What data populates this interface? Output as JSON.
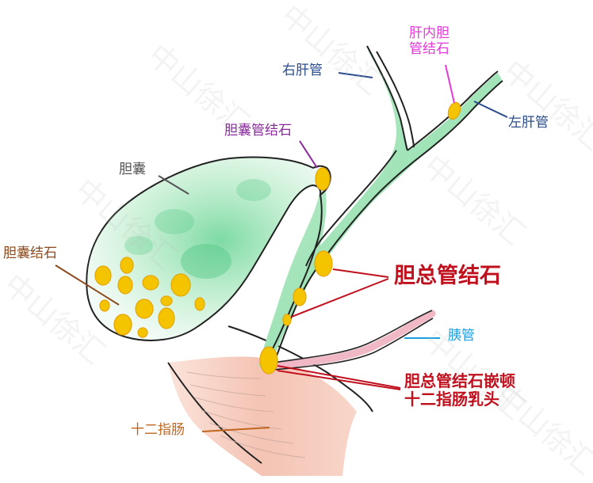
{
  "labels": {
    "right_hepatic_duct": "右肝管",
    "intrahepatic_stone": "肝内胆\n管结石",
    "left_hepatic_duct": "左肝管",
    "cystic_duct_stone": "胆囊管结石",
    "gallbladder": "胆囊",
    "gallbladder_stone": "胆囊结石",
    "cbd_stone": "胆总管结石",
    "pancreatic_duct": "胰管",
    "impacted_stone": "胆总管结石嵌顿\n十二指肠乳头",
    "duodenum": "十二指肠"
  },
  "watermark": "中山徐汇",
  "colors": {
    "blue_label": "#2b4c8c",
    "magenta_label": "#e23ad8",
    "purple_label": "#8a2a9c",
    "gray_label": "#555555",
    "brown_label": "#8b4a1e",
    "red_label": "#c0101e",
    "cyan_label": "#1aa0e0",
    "orange_label": "#c0661e",
    "stone_fill": "#f5c400",
    "stone_edge": "#e8a000",
    "bile_green": "#7ed9a0",
    "duodenum_pink": "#f4c2b4"
  }
}
